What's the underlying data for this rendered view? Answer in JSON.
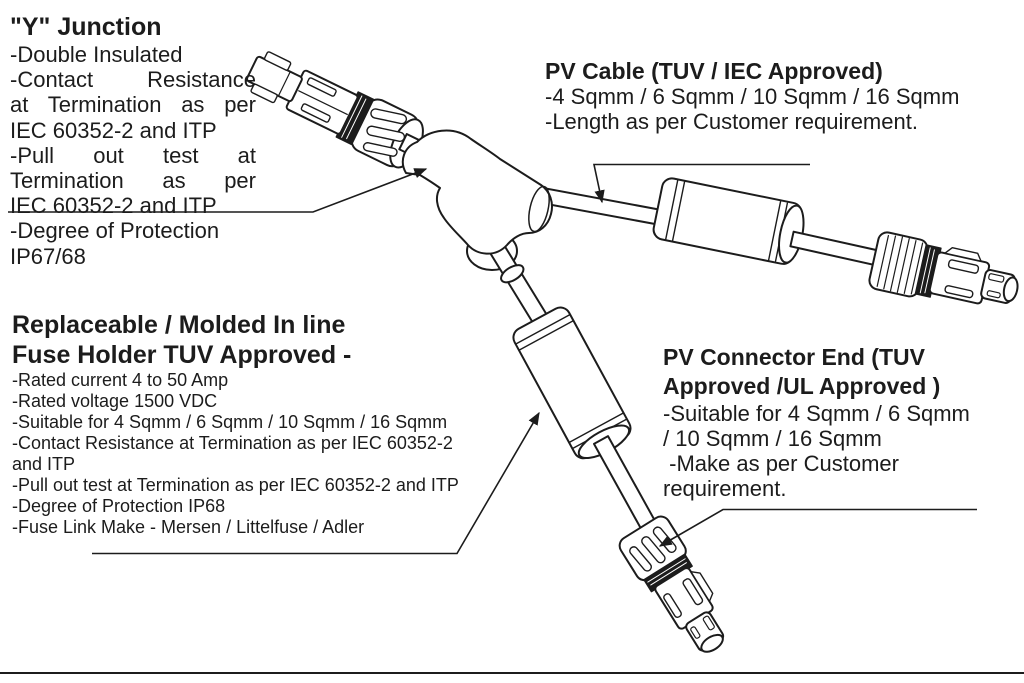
{
  "diagram": {
    "title_note": "\"Y\" junction PV cable assembly technical diagram",
    "colors": {
      "ink": "#1c1c1c",
      "background": "#ffffff"
    },
    "y_junction": {
      "heading": "\"Y\" Junction",
      "lines": [
        "-Double Insulated",
        "-Contact Resistance",
        "at Termination as per",
        "IEC 60352-2 and ITP",
        "-Pull out test at",
        "Termination as per",
        "IEC 60352-2 and ITP",
        "-Degree of Protection",
        "IP67/68"
      ]
    },
    "pv_cable": {
      "heading": "PV Cable (TUV / IEC Approved)",
      "lines": [
        "-4 Sqmm / 6 Sqmm / 10 Sqmm / 16 Sqmm",
        "-Length as per Customer requirement."
      ]
    },
    "fuse_holder": {
      "heading_line1": "Replaceable / Molded In line",
      "heading_line2": "Fuse Holder TUV Approved -",
      "lines": [
        "-Rated current 4 to 50 Amp",
        "-Rated voltage 1500 VDC",
        "-Suitable for 4 Sqmm / 6 Sqmm / 10 Sqmm / 16 Sqmm",
        "-Contact Resistance at Termination as per IEC 60352-2",
        "and ITP",
        "-Pull out test at Termination as per IEC 60352-2 and ITP",
        "-Degree of Protection IP68",
        "-Fuse Link Make - Mersen / Littelfuse / Adler"
      ]
    },
    "pv_connector": {
      "heading_line1": "PV Connector End (TUV",
      "heading_line2": "Approved /UL Approved )",
      "lines": [
        "-Suitable for 4 Sqmm / 6 Sqmm",
        "/ 10 Sqmm / 16 Sqmm",
        " -Make as per Customer",
        "requirement."
      ]
    }
  }
}
